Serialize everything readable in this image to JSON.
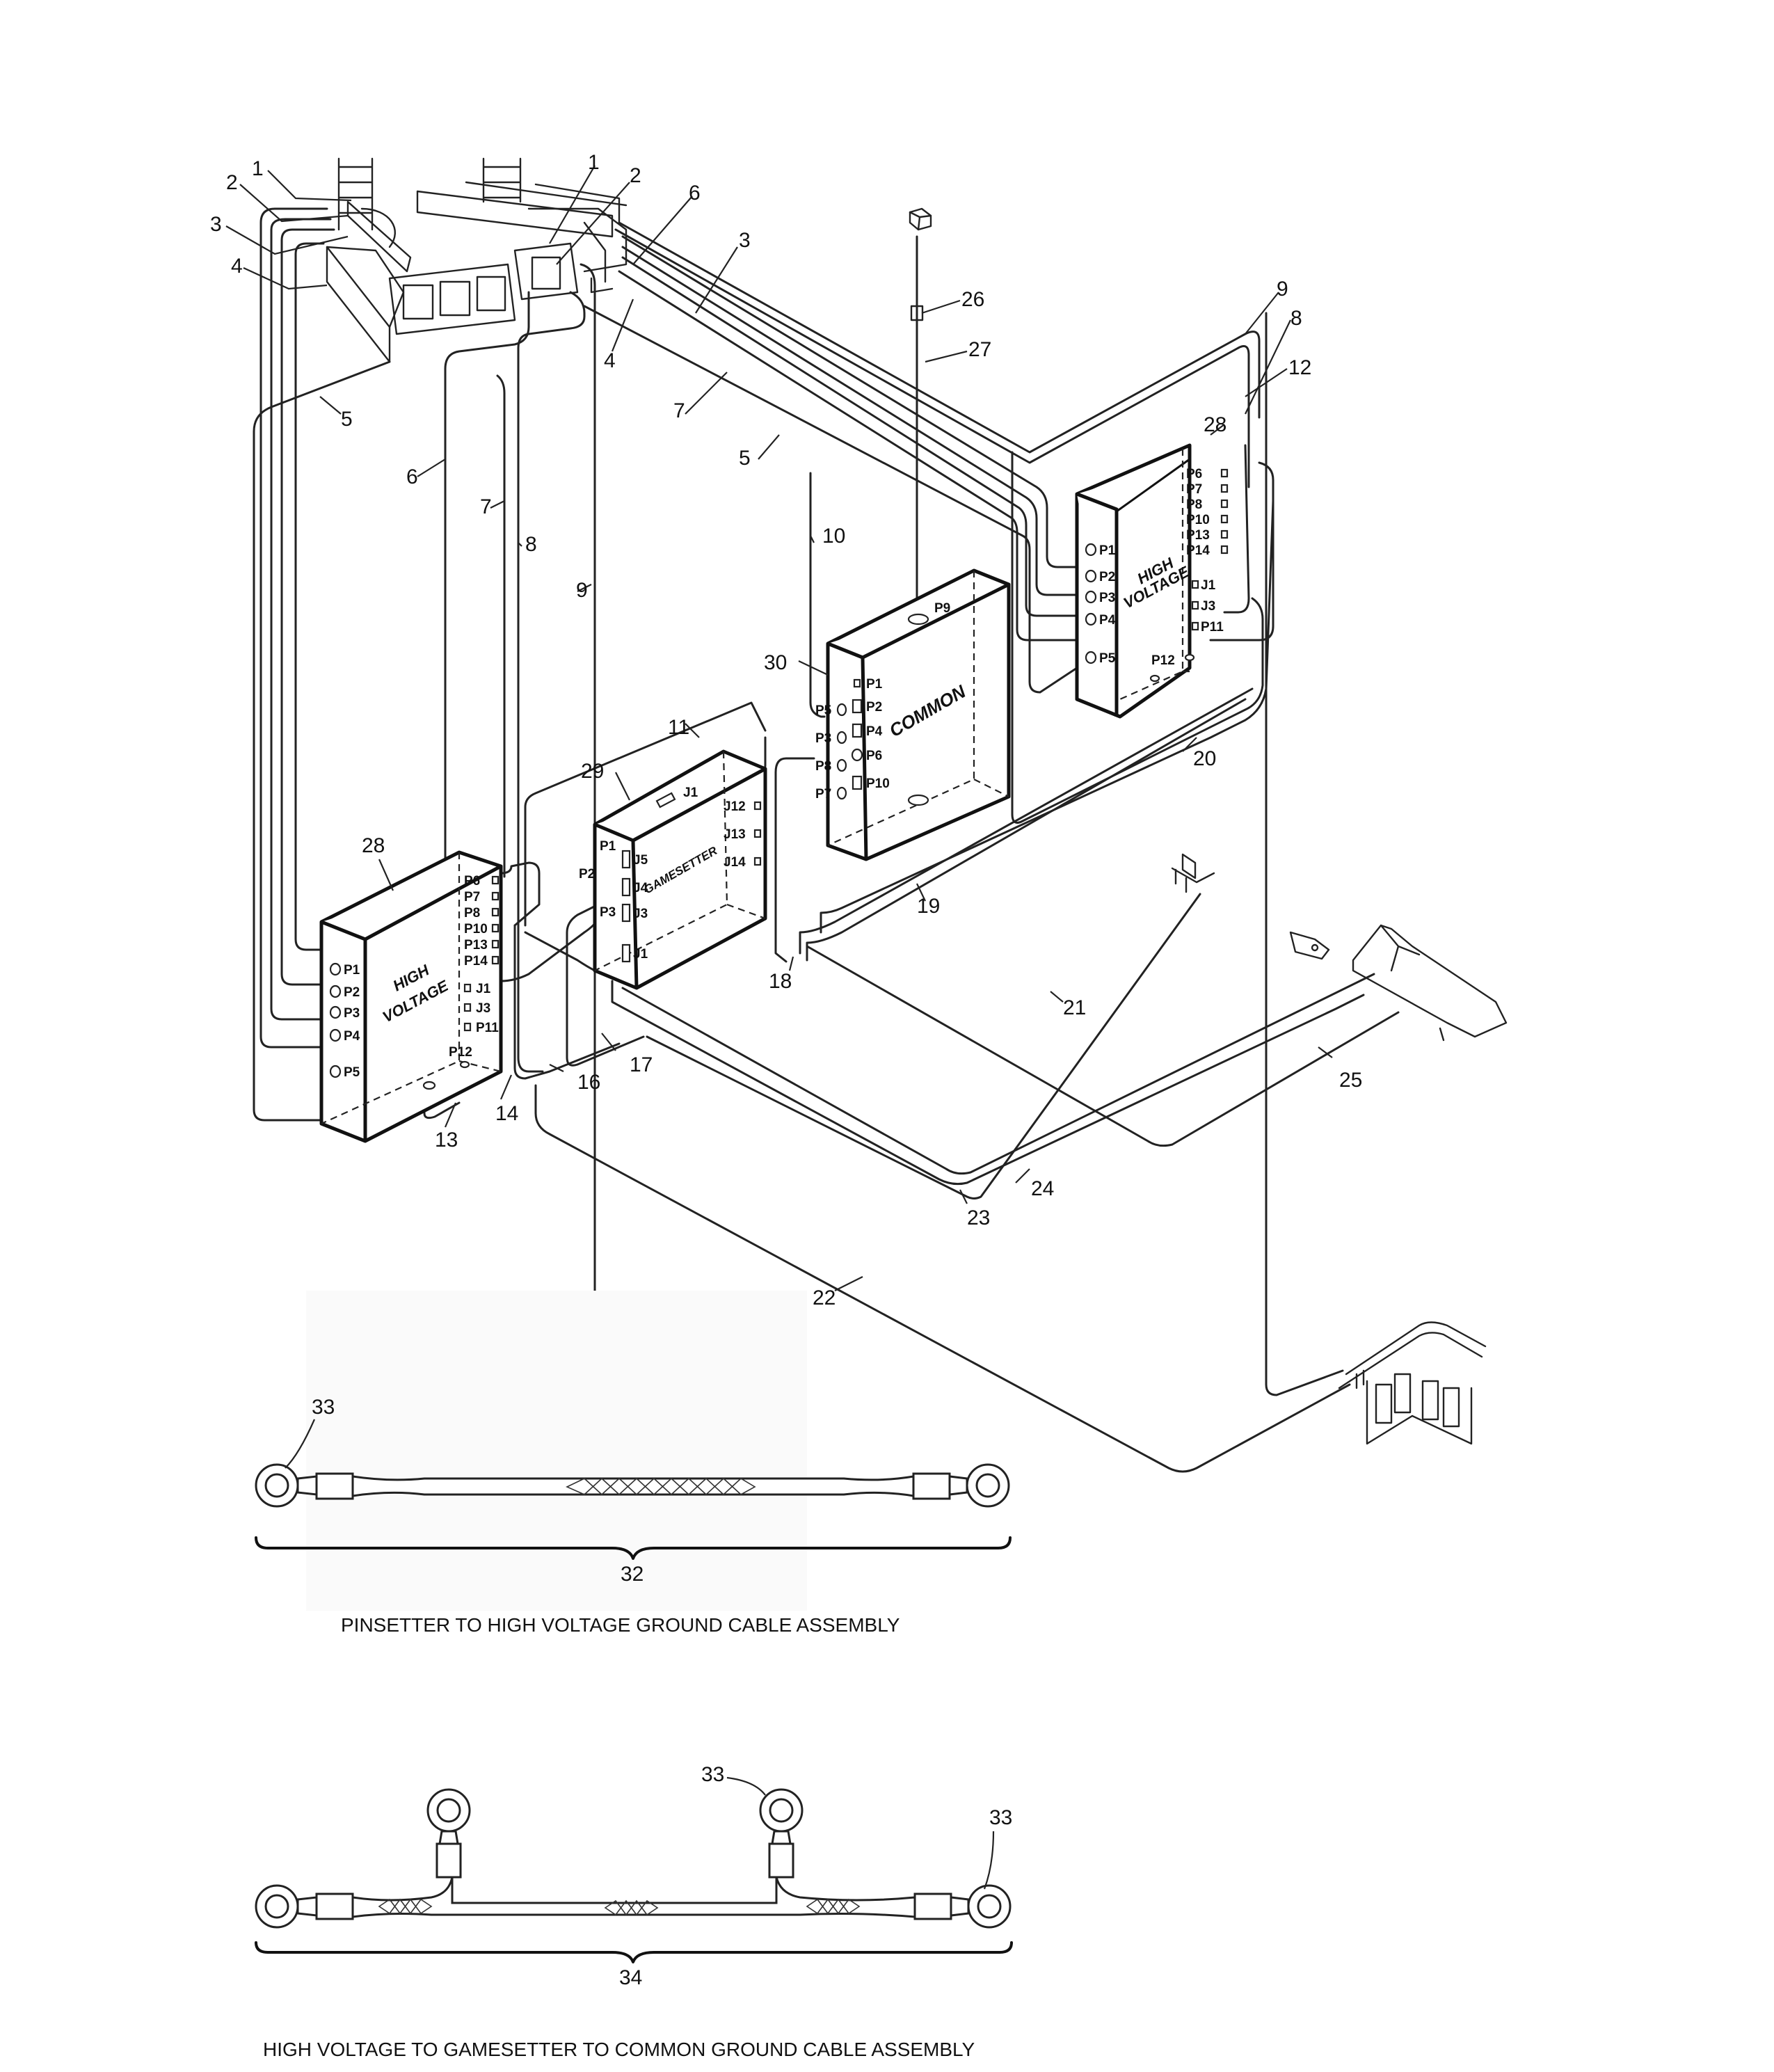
{
  "captions": {
    "ground_cable_1": "PINSETTER TO HIGH VOLTAGE GROUND CABLE ASSEMBLY",
    "ground_cable_2": "HIGH VOLTAGE TO GAMESETTER TO COMMON GROUND CABLE ASSEMBLY"
  },
  "boxes": {
    "hv_right": {
      "title_line1": "HIGH",
      "title_line2": "VOLTAGE",
      "left_ports": [
        "P1",
        "P2",
        "P3",
        "P4",
        "P5"
      ],
      "right_ports": [
        "P6",
        "P7",
        "P8",
        "P10",
        "P13",
        "P14"
      ],
      "jacks": [
        "J1",
        "J3",
        "P11"
      ],
      "bottom_port": "P12"
    },
    "hv_left": {
      "title_line1": "HIGH",
      "title_line2": "VOLTAGE",
      "left_ports": [
        "P1",
        "P2",
        "P3",
        "P4",
        "P5"
      ],
      "right_ports": [
        "P6",
        "P7",
        "P8",
        "P10",
        "P13",
        "P14"
      ],
      "jacks": [
        "J1",
        "J3",
        "P11"
      ],
      "bottom_port": "P12"
    },
    "common": {
      "title": "COMMON",
      "top_port": "P9",
      "ports": [
        "P1",
        "P2",
        "P4",
        "P6",
        "P10"
      ],
      "side_ports": [
        "P5",
        "P3",
        "P8",
        "P7"
      ]
    },
    "gamesetter": {
      "title": "GAMESETTER",
      "top_jack": "J1",
      "left_ports": [
        "P1",
        "P2",
        "P3"
      ],
      "jacks": [
        "J5",
        "J4",
        "J3",
        "J1"
      ],
      "right_jacks": [
        "J12",
        "J13",
        "J14"
      ]
    }
  },
  "callouts": {
    "c1a": "1",
    "c2a": "2",
    "c3a": "3",
    "c4a": "4",
    "c5a": "5",
    "c1b": "1",
    "c2b": "2",
    "c6a": "6",
    "c3b": "3",
    "c4b": "4",
    "c7a": "7",
    "c5b": "5",
    "c6b": "6",
    "c7b": "7",
    "c8a": "8",
    "c9a": "9",
    "c10": "10",
    "c26": "26",
    "c27": "27",
    "c9b": "9",
    "c8b": "8",
    "c12": "12",
    "c28a": "28",
    "c30": "30",
    "c11": "11",
    "c29": "29",
    "c28b": "28",
    "c20": "20",
    "c19": "19",
    "c18": "18",
    "c21": "21",
    "c25": "25",
    "c17": "17",
    "c16": "16",
    "c14": "14",
    "c13": "13",
    "c24": "24",
    "c23": "23",
    "c22": "22",
    "c33a": "33",
    "c32": "32",
    "c33b": "33",
    "c33c": "33",
    "c34": "34"
  }
}
